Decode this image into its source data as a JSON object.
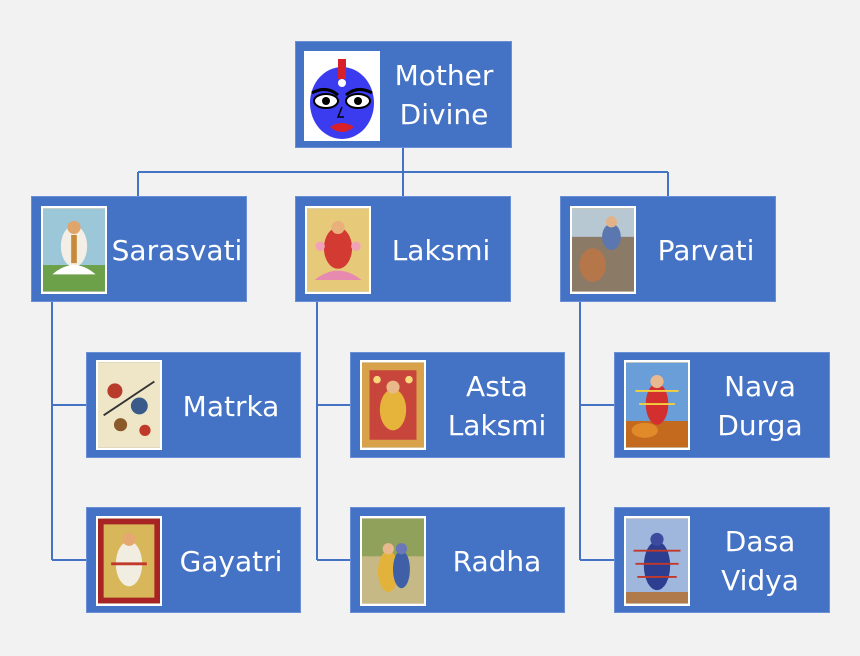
{
  "colors": {
    "background": "#f2f2f2",
    "node_fill": "#4472c4",
    "connector": "#4472c4",
    "text": "#ffffff"
  },
  "root": {
    "lines": [
      "Mother",
      "Divine"
    ],
    "icon": "goddess-face-icon"
  },
  "branches": [
    {
      "lines": [
        "Sarasvati"
      ],
      "icon": "sarasvati-image",
      "children": [
        {
          "lines": [
            "Matrka"
          ],
          "icon": "matrka-image"
        },
        {
          "lines": [
            "Gayatri"
          ],
          "icon": "gayatri-image"
        }
      ]
    },
    {
      "lines": [
        "Laksmi"
      ],
      "icon": "laksmi-image",
      "children": [
        {
          "lines": [
            "Asta",
            "Laksmi"
          ],
          "icon": "asta-laksmi-image"
        },
        {
          "lines": [
            "Radha"
          ],
          "icon": "radha-image"
        }
      ]
    },
    {
      "lines": [
        "Parvati"
      ],
      "icon": "parvati-image",
      "children": [
        {
          "lines": [
            "Nava",
            "Durga"
          ],
          "icon": "nava-durga-image"
        },
        {
          "lines": [
            "Dasa",
            "Vidya"
          ],
          "icon": "dasa-vidya-image"
        }
      ]
    }
  ]
}
